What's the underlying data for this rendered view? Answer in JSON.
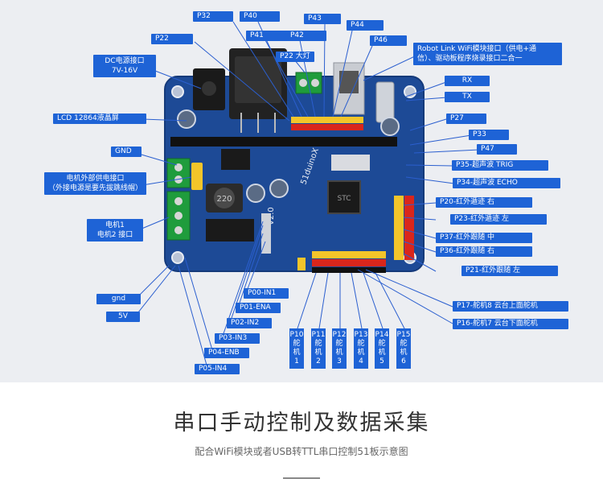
{
  "labels": {
    "p32": "P32",
    "p40": "P40",
    "p43": "P43",
    "p44": "P44",
    "p41": "P41",
    "p42": "P42",
    "p46": "P46",
    "p22": "P22",
    "p22light": "P22 大灯",
    "dc": [
      "DC电源接口",
      "7V-16V"
    ],
    "wifi": [
      "Robot Link WiFi模块接口（供电+通",
      "信）、驱动板程序烧录接口二合一"
    ],
    "rx": "RX",
    "tx": "TX",
    "lcd": "LCD 12864液晶屏",
    "p27": "P27",
    "p33": "P33",
    "gnd": "GND",
    "p47": "P47",
    "p35": "P35-超声波 TRIG",
    "motorpower": [
      "电机外部供电接口",
      "（外接电源是要先拔跳线帽）"
    ],
    "p34": "P34-超声波 ECHO",
    "p20": "P20-红外遁迹 右",
    "p23": "P23-红外遁迹 左",
    "motor": [
      "电机1",
      "电机2 接口"
    ],
    "p37": "P37-红外跟随 中",
    "p36": "P36-红外跟随 右",
    "p21": "P21-红外跟随 左",
    "gnd2": "gnd",
    "p00": "P00-IN1",
    "p17": "P17-舵机8 云台上面舵机",
    "p01": "P01-ENA",
    "v5": "5V",
    "p16": "P16-舵机7 云台下面舵机",
    "p02": "P02-IN2",
    "p03": "P03-IN3",
    "p04": "P04-ENB",
    "p05": "P05-IN4",
    "servos": [
      {
        "pin": "P10",
        "c1": "舵",
        "c2": "机",
        "num": "1"
      },
      {
        "pin": "P11",
        "c1": "舵",
        "c2": "机",
        "num": "2"
      },
      {
        "pin": "P12",
        "c1": "舵",
        "c2": "机",
        "num": "3"
      },
      {
        "pin": "P13",
        "c1": "舵",
        "c2": "机",
        "num": "4"
      },
      {
        "pin": "P14",
        "c1": "舵",
        "c2": "机",
        "num": "5"
      },
      {
        "pin": "P15",
        "c1": "舵",
        "c2": "机",
        "num": "6"
      }
    ]
  },
  "board": {
    "chip_text": "STC",
    "brand": "51duinoX",
    "version": "V2.0",
    "cap_text": "220"
  },
  "title": "串口手动控制及数据采集",
  "subtitle": "配合WiFi模块或者USB转TTL串口控制51板示意图",
  "colors": {
    "tag": "#1e63d6",
    "board": "#1d4a96",
    "header_yellow": "#f3c52a",
    "header_red": "#d9261c"
  }
}
